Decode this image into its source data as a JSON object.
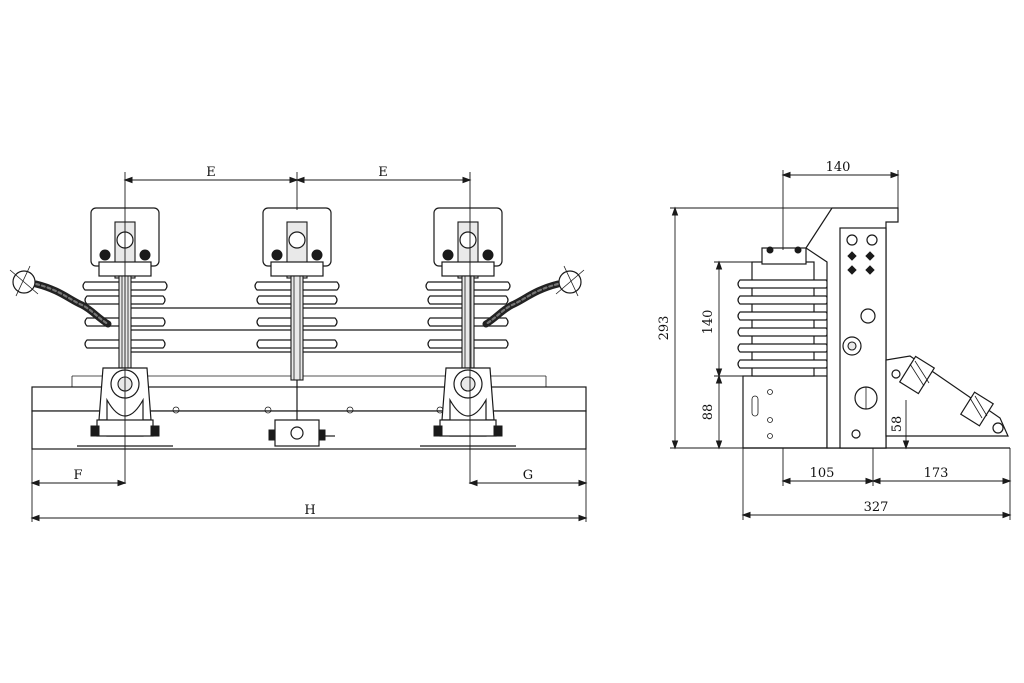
{
  "front_view": {
    "dimension_labels": {
      "e_left": "E",
      "e_right": "E",
      "f": "F",
      "g": "G",
      "h": "H"
    }
  },
  "side_view": {
    "dimension_labels": {
      "top_width": "140",
      "overall_height": "293",
      "insulator_height": "140",
      "base_height": "88",
      "small_offset": "58",
      "left_span": "105",
      "right_span": "173",
      "overall_width": "327"
    }
  }
}
